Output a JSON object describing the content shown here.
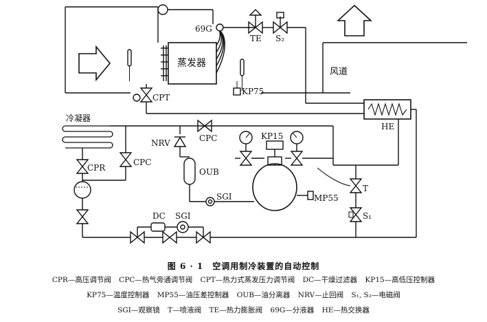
{
  "labels": {
    "g69": "69G",
    "te": "TE",
    "s2": "S₂",
    "evaporator": "蒸发器",
    "air_duct": "风道",
    "cpt": "CPT",
    "kp75": "KP75",
    "he": "HE",
    "condenser": "冷凝器",
    "nrv": "NRV",
    "cpc_top": "CPC",
    "kp15": "KP15",
    "cpr": "CPR",
    "cpc_left": "CPC",
    "oub": "OUB",
    "sgi_right": "SGI",
    "mp55": "MP55",
    "t": "T",
    "s1": "S₁",
    "dc": "DC",
    "sgi_bottom": "SGI"
  },
  "caption": "图 6 · 1　空调用制冷装置的自动控制",
  "legend": [
    [
      "CPR—高压调节阀",
      "CPC—热气旁通调节阀",
      "CPT—热力式蒸发压力调节阀",
      "DC—干燥过滤器",
      "KP15—高低压控制器"
    ],
    [
      "KP75—温度控制器",
      "MP55—油压差控制器",
      "OUB—油分离器",
      "NRV—止回阀",
      "S₁, S₂—电磁阀"
    ],
    [
      "SGI—观察镜",
      "T—喷液阀",
      "TE—热力膨胀阀",
      "69G—分液器",
      "HE—热交换器"
    ]
  ]
}
